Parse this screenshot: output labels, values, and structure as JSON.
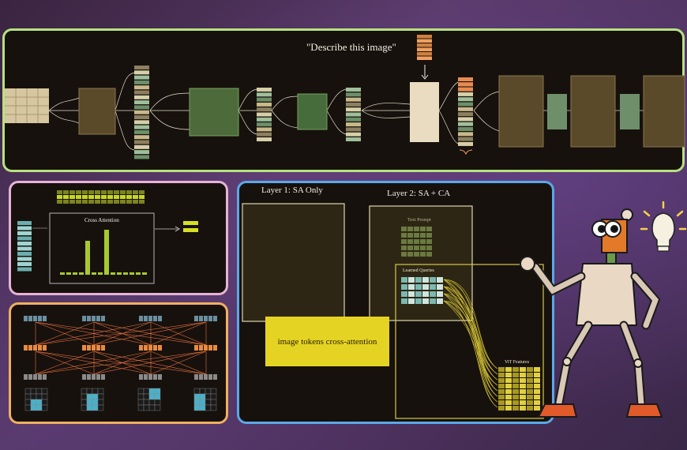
{
  "diagram": {
    "top_panel": {
      "prompt_text": "\"Describe this image\""
    },
    "layer_panel": {
      "layer1_title": "Layer 1: SA Only",
      "layer2_title": "Layer 2: SA + CA",
      "text_prompt_label": "Text Prompt",
      "learned_queries_label": "Learned Queries",
      "vit_features_label": "ViT Features",
      "banner_text": "image tokens cross-attention"
    },
    "cross_attention_panel": {
      "title": "Cross Attention"
    }
  },
  "colors": {
    "top_border": "#b7e27e",
    "ca_border": "#e6b3d6",
    "grid_border": "#f0b060",
    "layer_border": "#5aa8e8",
    "banner": "#e5d324"
  }
}
